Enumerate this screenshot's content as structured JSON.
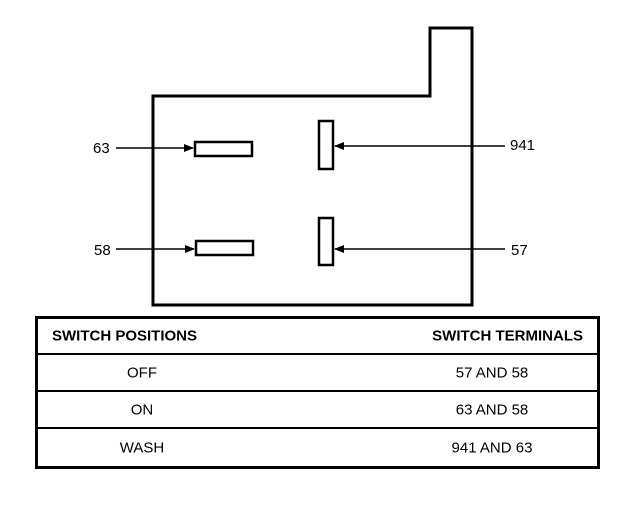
{
  "diagram": {
    "terminals": {
      "t63": "63",
      "t58": "58",
      "t941": "941",
      "t57": "57"
    },
    "colors": {
      "line": "#000000",
      "background": "#ffffff"
    }
  },
  "table": {
    "header_positions": "SWITCH POSITIONS",
    "header_terminals": "SWITCH TERMINALS",
    "rows": [
      {
        "position": "OFF",
        "terminals": "57 AND 58"
      },
      {
        "position": "ON",
        "terminals": "63 AND 58"
      },
      {
        "position": "WASH",
        "terminals": "941 AND 63"
      }
    ]
  }
}
